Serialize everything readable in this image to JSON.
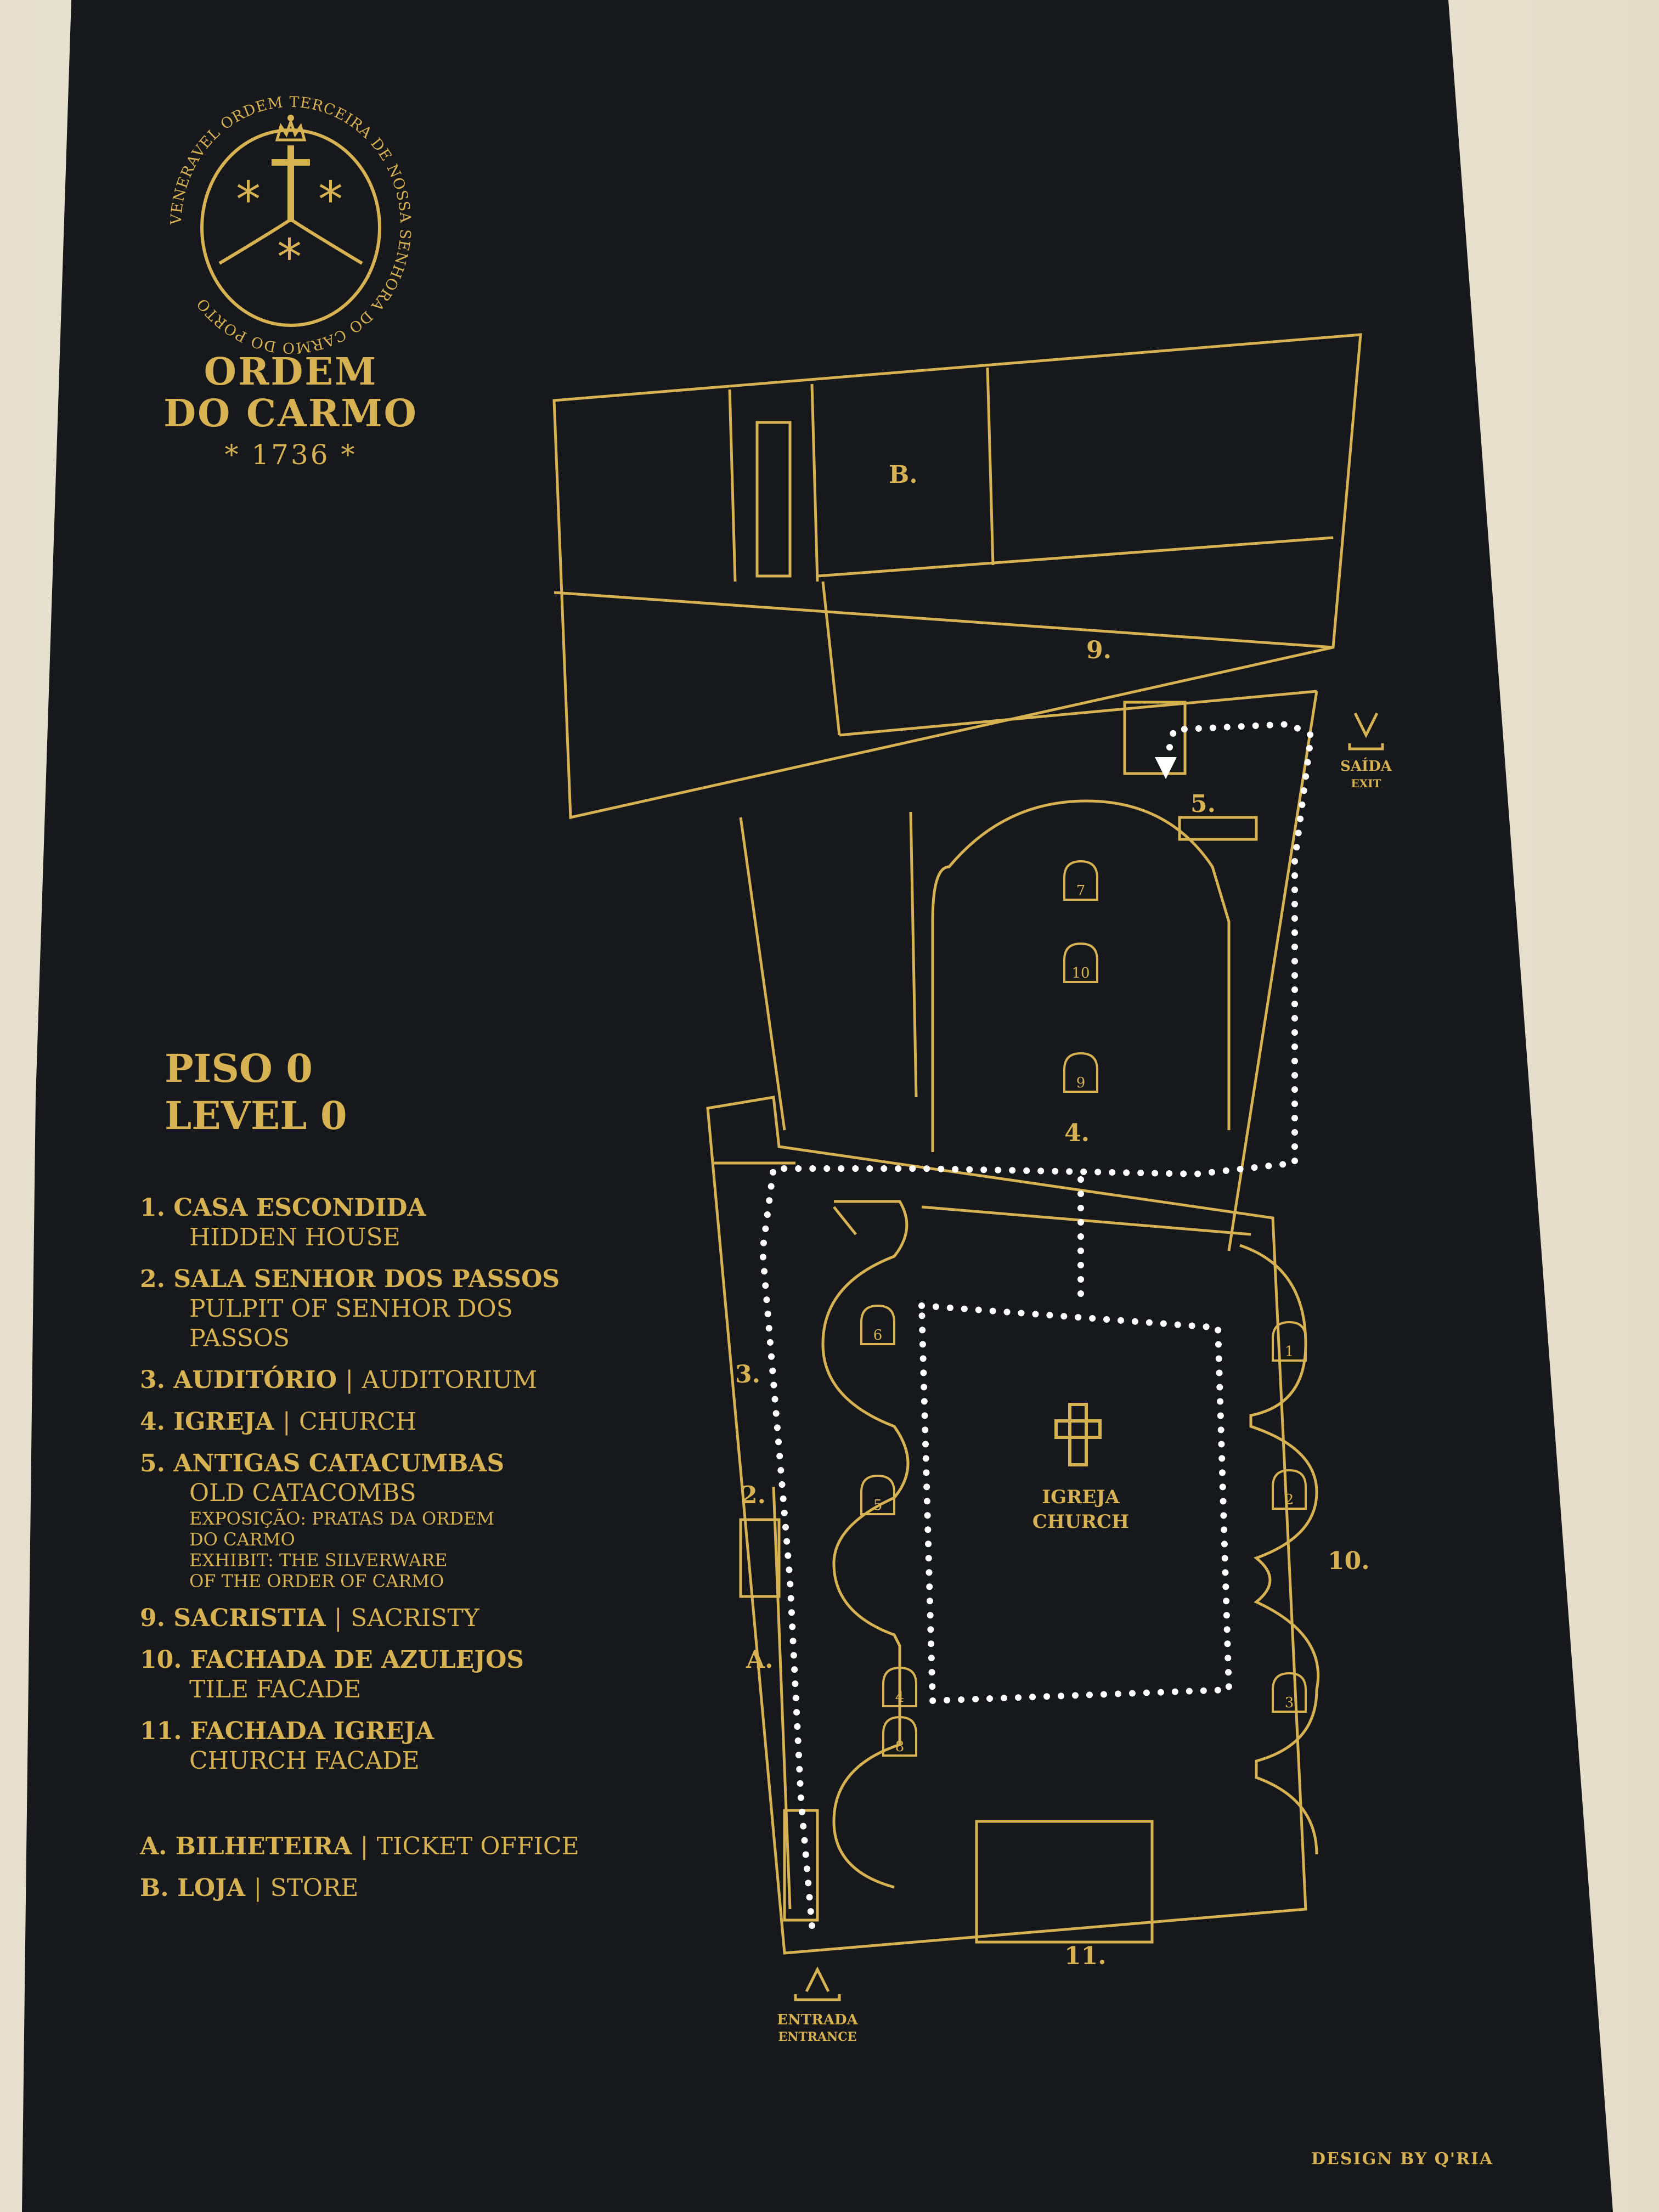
{
  "colors": {
    "board": "#17181c",
    "gold": "#d7b253",
    "wall": "#e9e3d3"
  },
  "seal": {
    "ring_text": "VENERAVEL ORDEM TERCEIRA DE NOSSA SENHORA DO CARMO DO PORTO",
    "icon": "crown-cross-stars-seal-icon"
  },
  "org": {
    "line1": "ORDEM",
    "line2": "DO CARMO",
    "year": "* 1736 *"
  },
  "level": {
    "pt": "PISO 0",
    "en": "LEVEL 0"
  },
  "legend": [
    {
      "num": "1.",
      "pt": "CASA ESCONDIDA",
      "sub": "HIDDEN HOUSE"
    },
    {
      "num": "2.",
      "pt": "SALA SENHOR DOS PASSOS",
      "sub1": "PULPIT OF SENHOR DOS",
      "sub2": "PASSOS"
    },
    {
      "num": "3.",
      "pt": "AUDITÓRIO",
      "sep": "|",
      "en": "AUDITORIUM"
    },
    {
      "num": "4.",
      "pt": "IGREJA",
      "sep": "|",
      "en": "CHURCH"
    },
    {
      "num": "5.",
      "pt": "ANTIGAS CATACUMBAS",
      "sub": "OLD CATACOMBS",
      "small1": "EXPOSIÇÃO: PRATAS DA ORDEM",
      "small2": "DO CARMO",
      "small3": "EXHIBIT: THE SILVERWARE",
      "small4": "OF THE ORDER OF CARMO"
    },
    {
      "num": "9.",
      "pt": "SACRISTIA",
      "sep": "|",
      "en": "SACRISTY"
    },
    {
      "num": "10.",
      "pt": "FACHADA DE AZULEJOS",
      "sub": "TILE FACADE"
    },
    {
      "num": "11.",
      "pt": "FACHADA IGREJA",
      "sub": "CHURCH FACADE"
    }
  ],
  "legend_letters": [
    {
      "num": "A.",
      "pt": "BILHETEIRA",
      "sep": "|",
      "en": "TICKET OFFICE"
    },
    {
      "num": "B.",
      "pt": "LOJA",
      "sep": "|",
      "en": "STORE"
    }
  ],
  "map": {
    "labels": {
      "b": "B.",
      "nine": "9.",
      "five": "5.",
      "four": "4.",
      "three": "3.",
      "two": "2.",
      "a": "A.",
      "ten": "10.",
      "eleven": "11.",
      "church_pt": "IGREJA",
      "church_en": "CHURCH"
    },
    "exit": {
      "pt": "SAÍDA",
      "en": "EXIT"
    },
    "entrance": {
      "pt": "ENTRADA",
      "en": "ENTRANCE"
    },
    "niches": [
      "1",
      "2",
      "3",
      "4",
      "5",
      "6",
      "7",
      "8",
      "9",
      "10"
    ]
  },
  "credit": "DESIGN BY Q'RIA"
}
